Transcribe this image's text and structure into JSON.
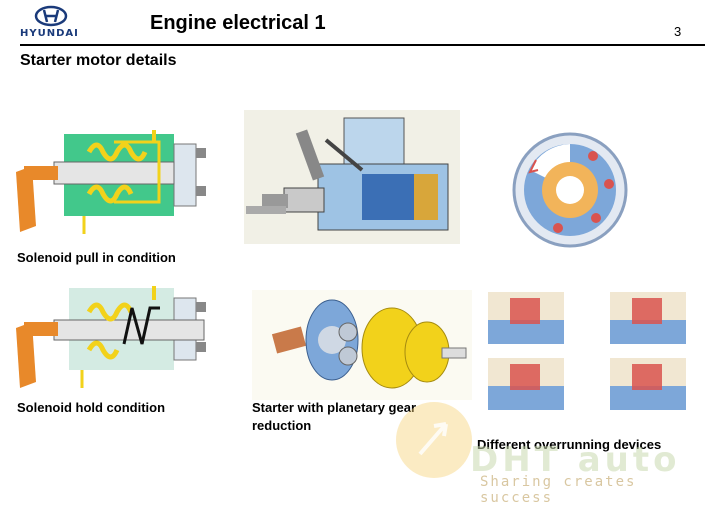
{
  "header": {
    "brand": "HYUNDAI",
    "title": "Engine electrical 1",
    "page_number": "3"
  },
  "subtitle": "Starter motor details",
  "captions": {
    "solenoid_pull": "Solenoid pull in condition",
    "solenoid_hold": "Solenoid hold condition",
    "planetary_line1": "Starter with planetary gear",
    "planetary_line2": "reduction",
    "overrunning": "Different overrunning devices"
  },
  "watermark": {
    "main": "DHT auto",
    "tagline": "Sharing creates success"
  },
  "colors": {
    "solenoid_green": "#2ec27e",
    "coil_yellow": "#f2d21b",
    "lever_orange": "#e8892a",
    "housing_blue": "#7da7d9",
    "overrun_red": "#d9534f"
  }
}
